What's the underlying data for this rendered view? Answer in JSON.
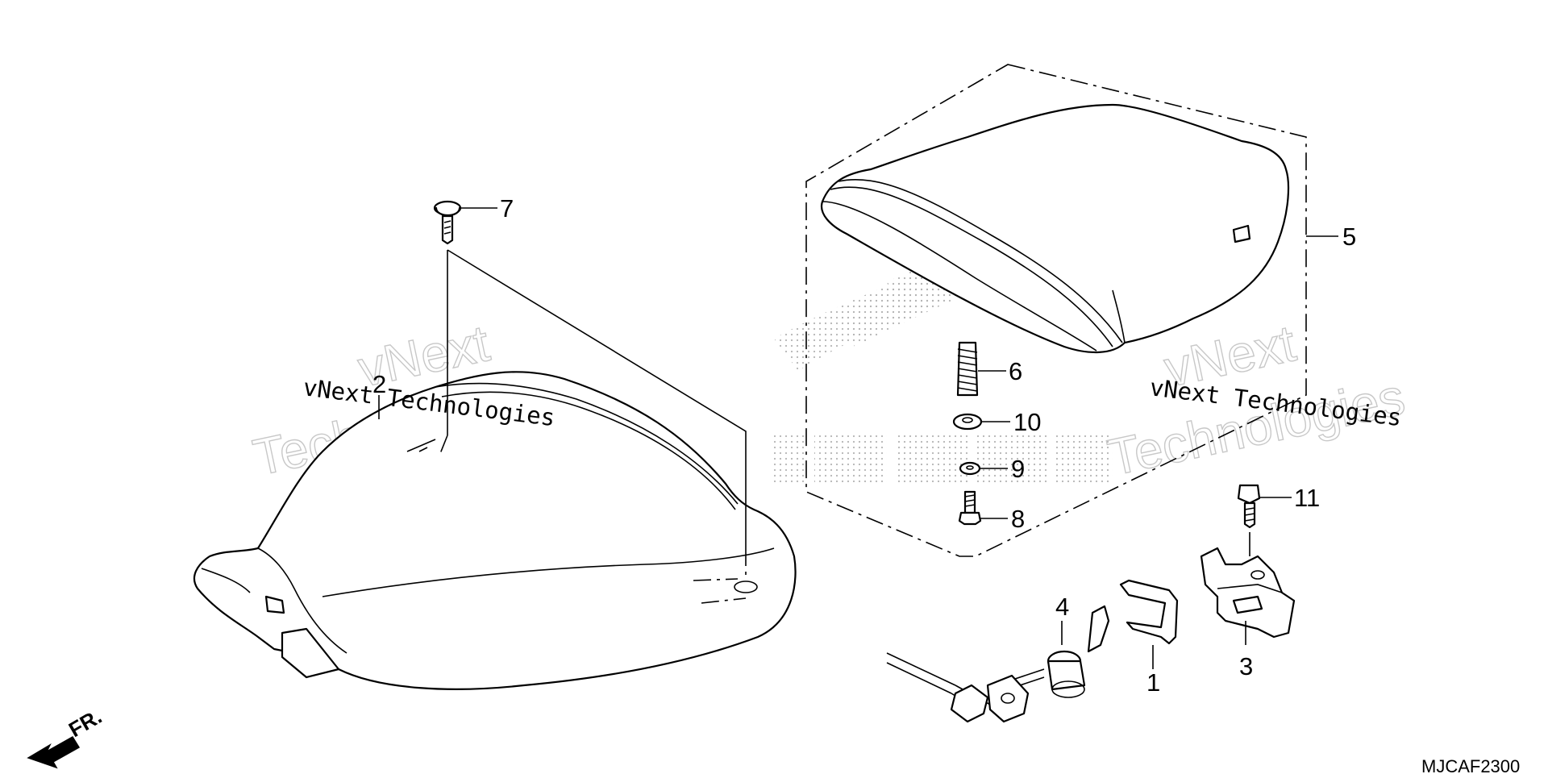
{
  "diagram": {
    "callouts": [
      {
        "id": "callout-1",
        "label": "1"
      },
      {
        "id": "callout-2",
        "label": "2"
      },
      {
        "id": "callout-3",
        "label": "3"
      },
      {
        "id": "callout-4",
        "label": "4"
      },
      {
        "id": "callout-5",
        "label": "5"
      },
      {
        "id": "callout-6",
        "label": "6"
      },
      {
        "id": "callout-7",
        "label": "7"
      },
      {
        "id": "callout-8",
        "label": "8"
      },
      {
        "id": "callout-9",
        "label": "9"
      },
      {
        "id": "callout-10",
        "label": "10"
      },
      {
        "id": "callout-11",
        "label": "11"
      }
    ],
    "front_indicator": "FR.",
    "diagram_code": "MJCAF2300",
    "watermarks": {
      "line_text": "vNext Technologies",
      "outline_word_1": "vNext",
      "outline_word_2": "Technologies"
    }
  },
  "colors": {
    "line": "#000000",
    "background": "#ffffff",
    "watermark_outline": "#c8c8c8",
    "stipple": "#b4b4b4"
  }
}
